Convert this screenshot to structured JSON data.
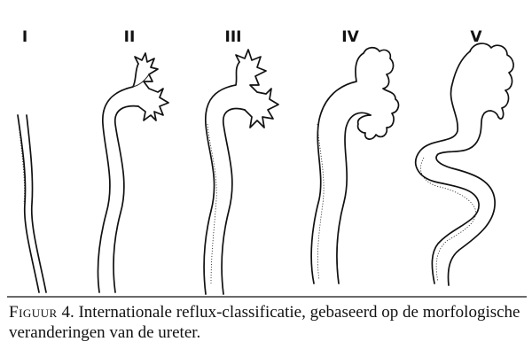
{
  "grades": [
    {
      "label": "I"
    },
    {
      "label": "II"
    },
    {
      "label": "III"
    },
    {
      "label": "IV"
    },
    {
      "label": "V"
    }
  ],
  "caption": {
    "lead": "Figuur",
    "number": "4.",
    "text": "Internationale reflux-classificatie, gebaseerd op de morfologische veranderingen van de ureter."
  }
}
